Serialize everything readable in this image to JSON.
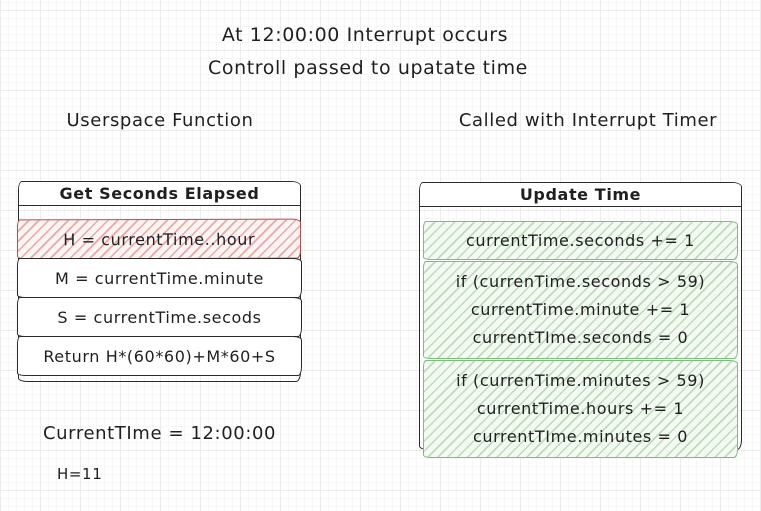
{
  "title": {
    "line1": "At 12:00:00 Interrupt occurs",
    "line2": "Controll passed to upatate time"
  },
  "column_labels": {
    "left": "Userspace Function",
    "right": "Called with Interrupt Timer"
  },
  "left_box": {
    "title": "Get Seconds Elapsed",
    "rows": [
      {
        "text": "H = currentTime..hour",
        "highlight": "red"
      },
      {
        "text": "M = currentTime.minute",
        "highlight": "none"
      },
      {
        "text": "S = currentTime.secods",
        "highlight": "none"
      },
      {
        "text": "Return H*(60*60)+M*60+S",
        "highlight": "none"
      }
    ]
  },
  "right_box": {
    "title": "Update Time",
    "rows": [
      {
        "highlight": "green",
        "lines": [
          "currentTime.seconds += 1"
        ]
      },
      {
        "highlight": "green",
        "lines": [
          "if (currenTime.seconds > 59)",
          "currentTime.minute += 1",
          "currentTIme.seconds = 0"
        ]
      },
      {
        "highlight": "green",
        "lines": [
          "if (currenTime.minutes > 59)",
          "currentTime.hours += 1",
          "currentTIme.minutes = 0"
        ]
      }
    ]
  },
  "annotations": {
    "current_time": "CurrentTIme = 12:00:00",
    "h_value": "H=11"
  },
  "colors": {
    "ink": "#1f1f1f",
    "stroke": "#2b2b2b",
    "red_stroke": "#bf4d4a",
    "red_fill": "#f6dedd",
    "green_stroke": "#7dbd7d",
    "green_fill": "#e2f0e0",
    "grid_major": "#ececec",
    "grid_minor": "#f7f7f7",
    "background": "#ffffff"
  }
}
